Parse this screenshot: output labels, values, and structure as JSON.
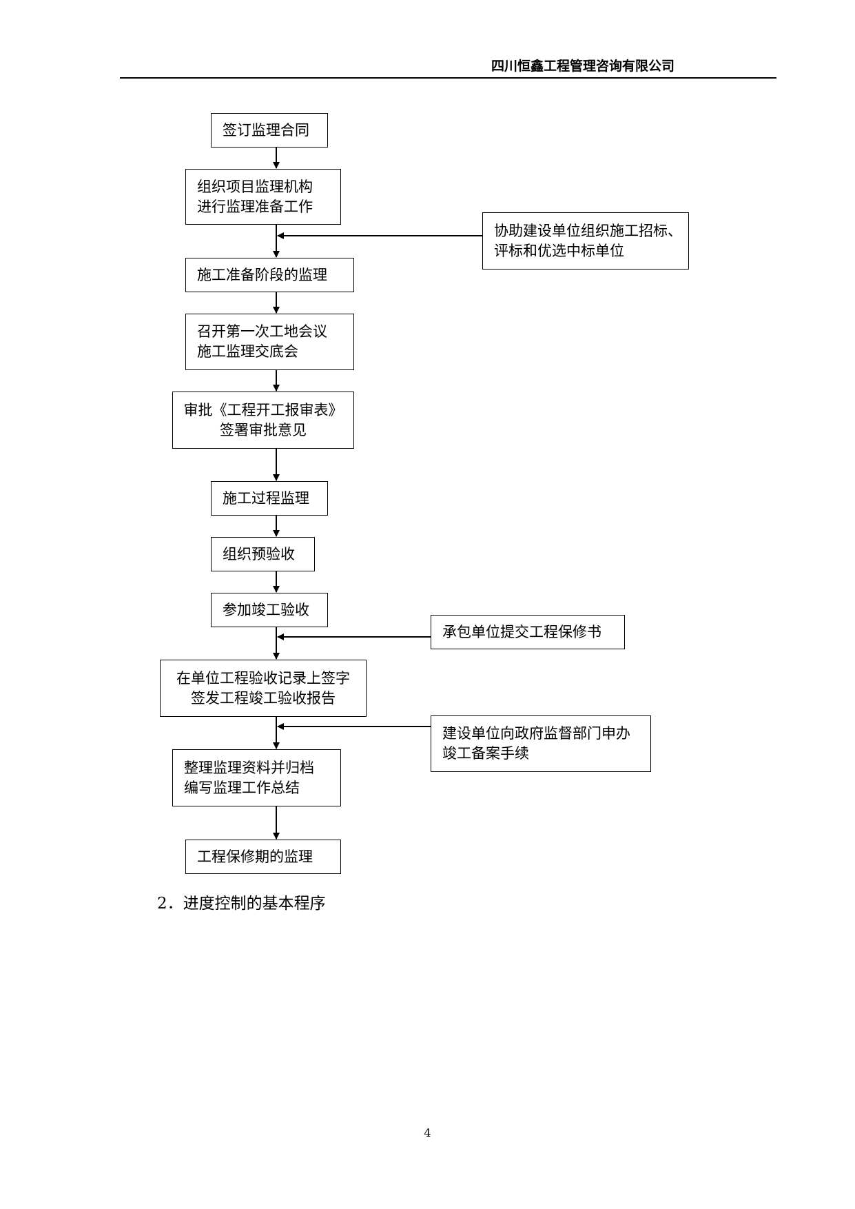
{
  "header": {
    "company": "四川恒鑫工程管理咨询有限公司"
  },
  "flowchart": {
    "main_steps": [
      {
        "lines": [
          "签订监理合同"
        ]
      },
      {
        "lines": [
          "组织项目监理机构",
          "进行监理准备工作"
        ]
      },
      {
        "lines": [
          "施工准备阶段的监理"
        ]
      },
      {
        "lines": [
          "召开第一次工地会议",
          "施工监理交底会"
        ]
      },
      {
        "lines": [
          "审批《工程开工报审表》",
          "签署审批意见"
        ]
      },
      {
        "lines": [
          "施工过程监理"
        ]
      },
      {
        "lines": [
          "组织预验收"
        ]
      },
      {
        "lines": [
          "参加竣工验收"
        ]
      },
      {
        "lines": [
          "在单位工程验收记录上签字",
          "签发工程竣工验收报告"
        ]
      },
      {
        "lines": [
          "整理监理资料并归档",
          "编写监理工作总结"
        ]
      },
      {
        "lines": [
          "工程保修期的监理"
        ]
      }
    ],
    "side_steps": [
      {
        "lines": [
          "协助建设单位组织施工招标、",
          "评标和优选中标单位"
        ]
      },
      {
        "lines": [
          "承包单位提交工程保修书"
        ]
      },
      {
        "lines": [
          "建设单位向政府监督部门申办",
          "竣工备案手续"
        ]
      }
    ]
  },
  "section_heading": "2．进度控制的基本程序",
  "page_number": "4"
}
